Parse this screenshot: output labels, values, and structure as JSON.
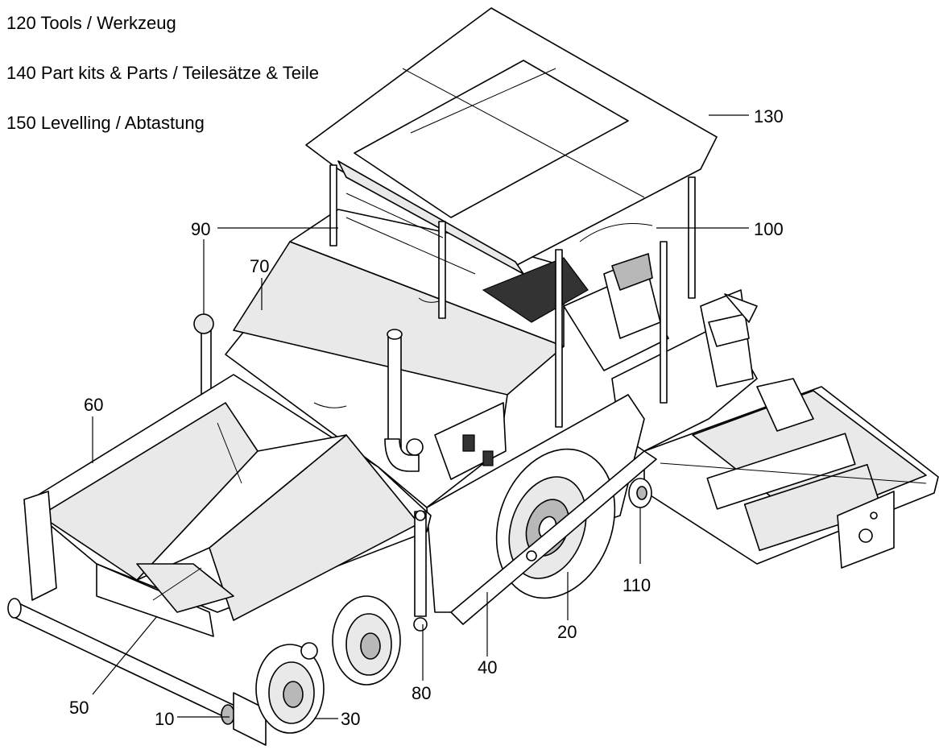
{
  "legend": [
    "120 Tools / Werkzeug",
    "140 Part kits & Parts / Teilesätze & Teile",
    "150 Levelling / Abtastung"
  ],
  "callouts": {
    "c10": "10",
    "c20": "20",
    "c30": "30",
    "c40": "40",
    "c50": "50",
    "c60": "60",
    "c70": "70",
    "c80": "80",
    "c90": "90",
    "c100": "100",
    "c110": "110",
    "c130": "130"
  }
}
